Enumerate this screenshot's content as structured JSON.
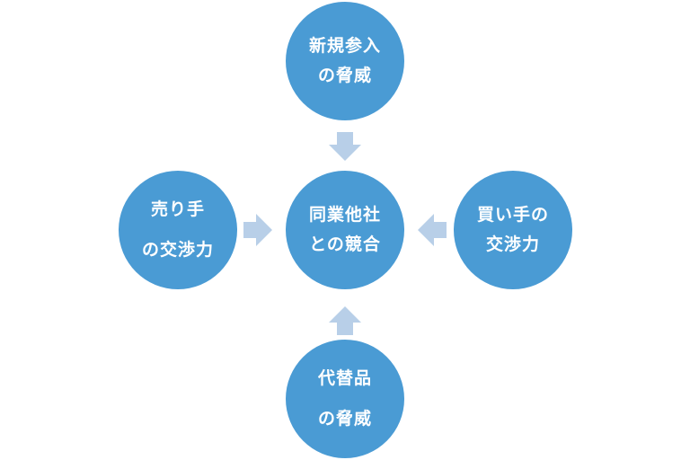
{
  "colors": {
    "node": "#4a9bd4",
    "arrow": "#b8cfe8",
    "text": "#ffffff"
  },
  "nodes": {
    "top": {
      "line1": "新規参入",
      "line2": "の脅威"
    },
    "left": {
      "line1": "売り手",
      "line2": "の交渉力"
    },
    "center": {
      "line1": "同業他社",
      "line2": "との競合"
    },
    "right": {
      "line1": "買い手の",
      "line2": "交渉力"
    },
    "bottom": {
      "line1": "代替品",
      "line2": "の脅威"
    }
  }
}
